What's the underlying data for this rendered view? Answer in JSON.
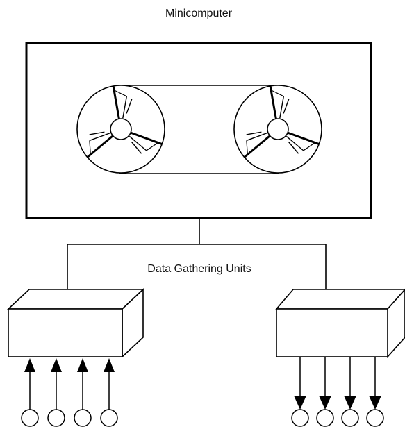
{
  "diagram": {
    "title": "Minicomputer",
    "units_label": "Data Gathering Units",
    "colors": {
      "line": "#000000",
      "background": "#ffffff"
    },
    "left_unit": {
      "sensor_count": 4,
      "arrow_direction": "up"
    },
    "right_unit": {
      "sensor_count": 4,
      "arrow_direction": "down"
    },
    "reels": 2,
    "icons": [
      "tape-reel-icon",
      "sensor-circle-icon",
      "arrow-up-icon",
      "arrow-down-icon"
    ]
  }
}
